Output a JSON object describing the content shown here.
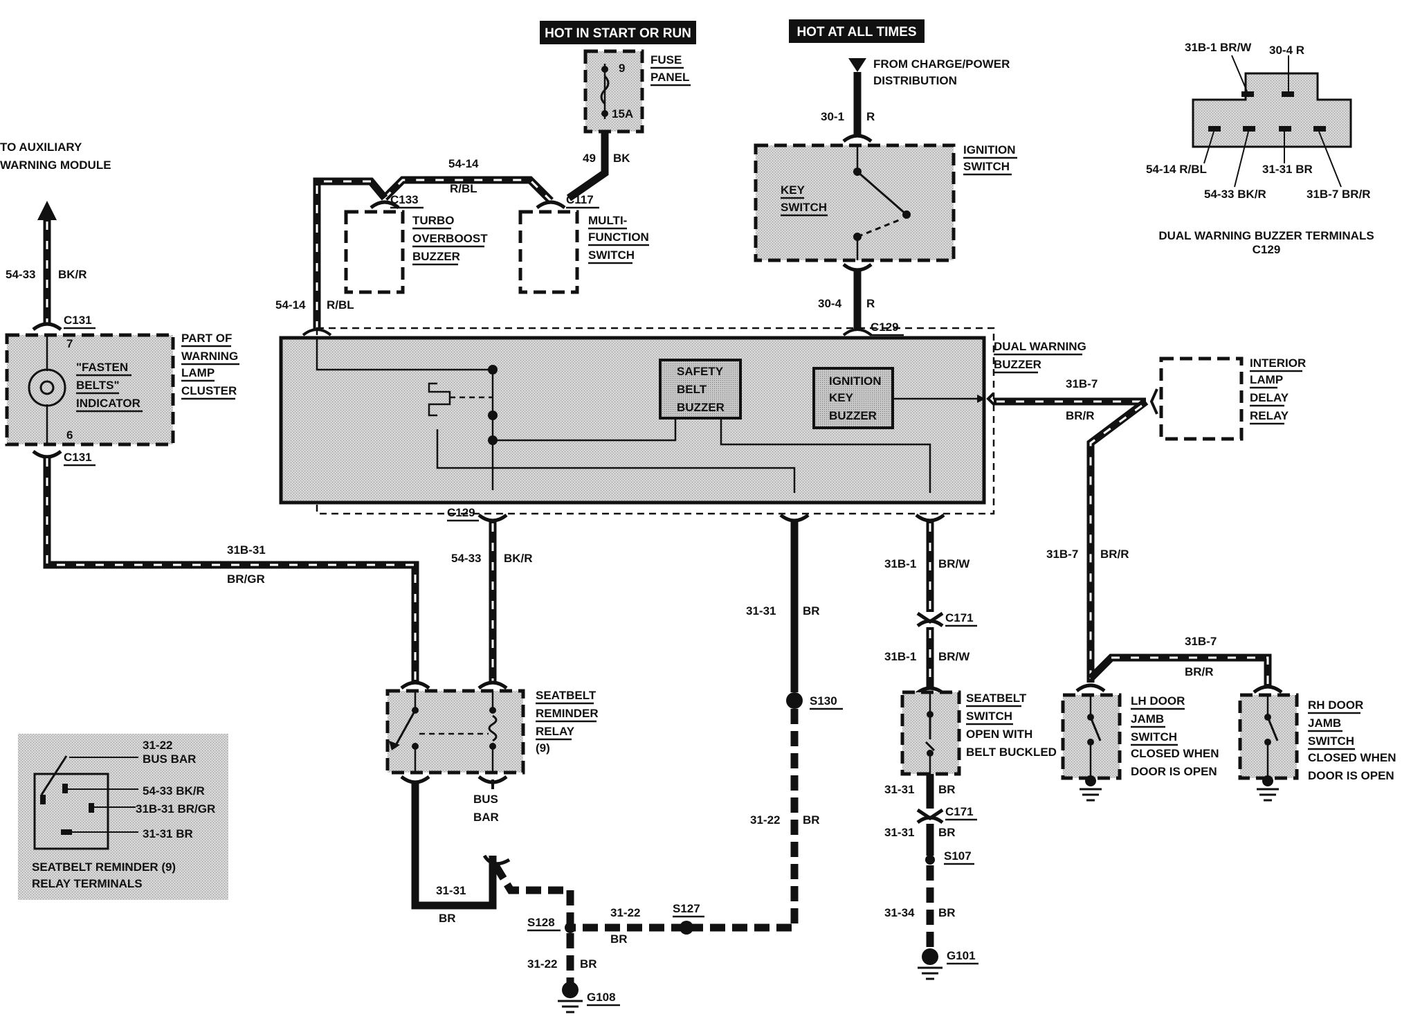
{
  "headers": {
    "hot_start_run": "HOT IN START OR RUN",
    "hot_all_times": "HOT AT ALL TIMES"
  },
  "fuse_panel": {
    "line1": "FUSE",
    "line2": "PANEL",
    "fuse_no": "9",
    "rating": "15A",
    "wire": "49",
    "color": "BK"
  },
  "charge_power": {
    "line1": "FROM CHARGE/POWER",
    "line2": "DISTRIBUTION",
    "wire": "30-1",
    "color": "R"
  },
  "ignition_switch": {
    "line1": "IGNITION",
    "line2": "SWITCH",
    "inner1": "KEY",
    "inner2": "SWITCH",
    "out_wire": "30-4",
    "out_color": "R"
  },
  "connectors": {
    "c129_top": "C129",
    "c129_bottom": "C129",
    "c131_top": "C131",
    "c131_bottom": "C131",
    "c133": "C133",
    "c117": "C117",
    "c171_a": "C171",
    "c171_b": "C171"
  },
  "turbo_buzzer": {
    "line1": "TURBO",
    "line2": "OVERBOOST",
    "line3": "BUZZER"
  },
  "multifunction_switch": {
    "line1": "MULTI-",
    "line2": "FUNCTION",
    "line3": "SWITCH"
  },
  "wire_54_14_top": {
    "number": "54-14",
    "color": "R/BL"
  },
  "wire_54_14_left": {
    "number": "54-14",
    "color": "R/BL"
  },
  "aux_module": {
    "line1": "TO AUXILIARY",
    "line2": "WARNING MODULE",
    "wire": "54-33",
    "color": "BK/R"
  },
  "warning_lamp_cluster": {
    "line1": "PART OF",
    "line2": "WARNING",
    "line3": "LAMP",
    "line4": "CLUSTER",
    "pin_top": "7",
    "pin_bottom": "6",
    "ind1": "\"FASTEN",
    "ind2": "BELTS\"",
    "ind3": "INDICATOR"
  },
  "dual_warning_buzzer": {
    "line1": "DUAL WARNING",
    "line2": "BUZZER",
    "safety1": "SAFETY",
    "safety2": "BELT",
    "safety3": "BUZZER",
    "ign1": "IGNITION",
    "ign2": "KEY",
    "ign3": "BUZZER"
  },
  "interior_lamp_delay_relay": {
    "line1": "INTERIOR",
    "line2": "LAMP",
    "line3": "DELAY",
    "line4": "RELAY"
  },
  "wire_31b7_top": {
    "number": "31B-7",
    "color": "BR/R"
  },
  "wire_31b7_vert": {
    "number": "31B-7",
    "color": "BR/R"
  },
  "wire_31b7_door": {
    "number": "31B-7",
    "color": "BR/R"
  },
  "wire_31b31": {
    "number": "31B-31",
    "color": "BR/GR"
  },
  "wire_54_33_relay": {
    "number": "54-33",
    "color": "BK/R"
  },
  "wire_31_31_center": {
    "number": "31-31",
    "color": "BR"
  },
  "wire_31_22_center": {
    "number": "31-22",
    "color": "BR"
  },
  "wire_31b1_a": {
    "number": "31B-1",
    "color": "BR/W"
  },
  "wire_31b1_b": {
    "number": "31B-1",
    "color": "BR/W"
  },
  "wire_31_31_sw_a": {
    "number": "31-31",
    "color": "BR"
  },
  "wire_31_31_sw_b": {
    "number": "31-31",
    "color": "BR"
  },
  "wire_31_34": {
    "number": "31-34",
    "color": "BR"
  },
  "wire_31_31_relay": {
    "number": "31-31",
    "color": "BR"
  },
  "wire_31_22_bottom": {
    "number": "31-22",
    "color": "BR"
  },
  "wire_31_22_g108": {
    "number": "31-22",
    "color": "BR"
  },
  "splices": {
    "s130": "S130",
    "s127": "S127",
    "s128": "S128",
    "s107": "S107"
  },
  "grounds": {
    "g108": "G108",
    "g101": "G101"
  },
  "seatbelt_reminder_relay": {
    "line1": "SEATBELT",
    "line2": "REMINDER",
    "line3": "RELAY",
    "line4": "(9)",
    "bus1": "BUS",
    "bus2": "BAR"
  },
  "seatbelt_switch": {
    "line1": "SEATBELT",
    "line2": "SWITCH",
    "line3": "OPEN WITH",
    "line4": "BELT BUCKLED"
  },
  "lh_door_switch": {
    "line1": "LH DOOR",
    "line2": "JAMB",
    "line3": "SWITCH",
    "line4": "CLOSED WHEN",
    "line5": "DOOR IS OPEN"
  },
  "rh_door_switch": {
    "line1": "RH DOOR",
    "line2": "JAMB",
    "line3": "SWITCH",
    "line4": "CLOSED WHEN",
    "line5": "DOOR IS OPEN"
  },
  "relay_terminals_inset": {
    "t1": "31-22",
    "t1b": "BUS BAR",
    "t2": "54-33 BK/R",
    "t3": "31B-31 BR/GR",
    "t4": "31-31 BR",
    "caption1": "SEATBELT REMINDER (9)",
    "caption2": "RELAY TERMINALS"
  },
  "buzzer_terminals_inset": {
    "t1": "31B-1 BR/W",
    "t2": "30-4 R",
    "t3": "54-14 R/BL",
    "t4": "54-33 BK/R",
    "t5": "31-31 BR",
    "t6": "31B-7 BR/R",
    "caption1": "DUAL WARNING BUZZER TERMINALS",
    "caption2": "C129"
  }
}
